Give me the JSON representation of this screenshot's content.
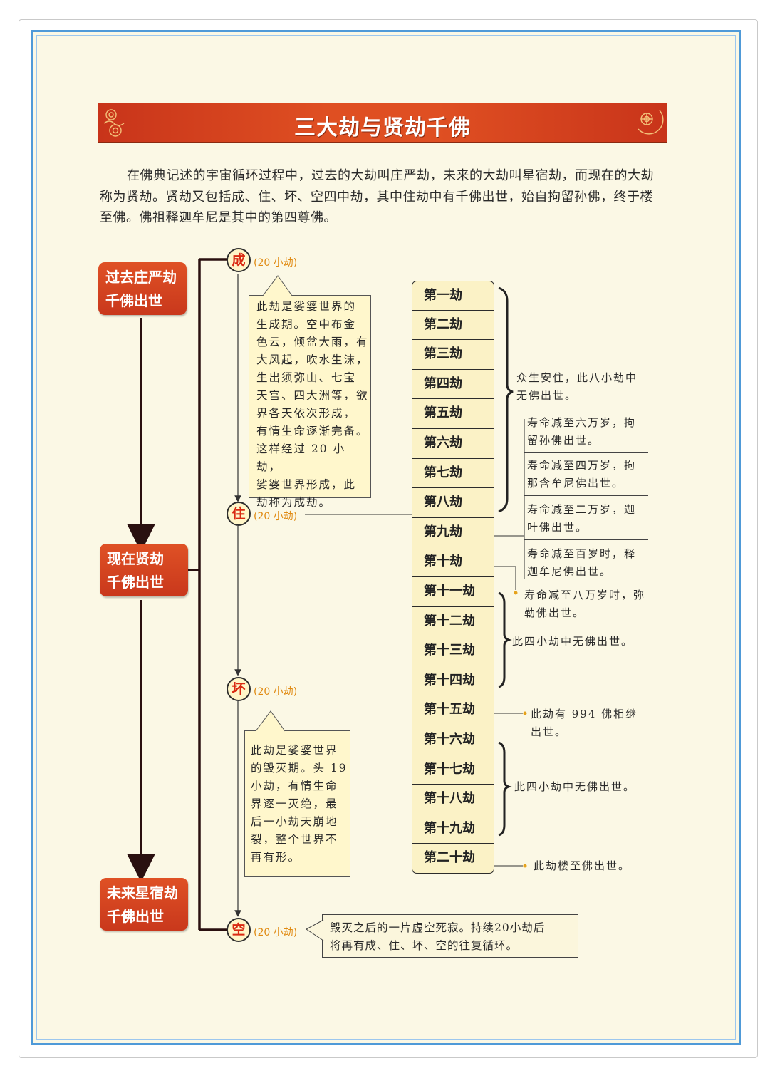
{
  "title": "三大劫与贤劫千佛",
  "intro": "在佛典记述的宇宙循环过程中，过去的大劫叫庄严劫，未来的大劫叫星宿劫，而现在的大劫称为贤劫。贤劫又包括成、住、坏、空四中劫，其中住劫中有千佛出世，始自拘留孙佛，终于楼至佛。佛祖释迦牟尼是其中的第四尊佛。",
  "eras": [
    {
      "line1": "过去庄严劫",
      "line2": "千佛出世"
    },
    {
      "line1": "现在贤劫",
      "line2": "千佛出世"
    },
    {
      "line1": "未来星宿劫",
      "line2": "千佛出世"
    }
  ],
  "stages": [
    {
      "char": "成",
      "note": "(20 小劫)"
    },
    {
      "char": "住",
      "note": "(20 小劫)"
    },
    {
      "char": "坏",
      "note": "(20 小劫)"
    },
    {
      "char": "空",
      "note": "(20 小劫)"
    }
  ],
  "cheng_box": [
    "此劫是娑婆世界的",
    "生成期。空中布金",
    "色云，倾盆大雨，有",
    "大风起，吹水生沫，",
    "生出须弥山、七宝",
    "天宫、四大洲等，欲",
    "界各天依次形成，",
    "有情生命逐渐完备。",
    "这样经过 20 小劫，",
    "娑婆世界形成，此",
    "劫称为成劫。"
  ],
  "huai_box": [
    "此劫是娑婆世界",
    "的毁灭期。头 19",
    "小劫，有情生命",
    "界逐一灭绝，最",
    "后一小劫天崩地",
    "裂，整个世界不",
    "再有形。"
  ],
  "kong_box": [
    "毁灭之后的一片虚空死寂。持续20小劫后",
    "将再有成、住、坏、空的往复循环。"
  ],
  "kalpas": [
    "第一劫",
    "第二劫",
    "第三劫",
    "第四劫",
    "第五劫",
    "第六劫",
    "第七劫",
    "第八劫",
    "第九劫",
    "第十劫",
    "第十一劫",
    "第十二劫",
    "第十三劫",
    "第十四劫",
    "第十五劫",
    "第十六劫",
    "第十七劫",
    "第十八劫",
    "第十九劫",
    "第二十劫"
  ],
  "notes": {
    "first_eight": [
      "众生安住，此八小劫中",
      "无佛出世。"
    ],
    "ninth": [
      [
        "寿命减至六万岁，拘",
        "留孙佛出世。"
      ],
      [
        "寿命减至四万岁，拘",
        "那含牟尼佛出世。"
      ],
      [
        "寿命减至二万岁，迦",
        "叶佛出世。"
      ],
      [
        "寿命减至百岁时，释",
        "迦牟尼佛出世。"
      ]
    ],
    "tenth": [
      "寿命减至八万岁时，弥",
      "勒佛出世。"
    ],
    "group_11_14": "此四小劫中无佛出世。",
    "fifteenth": [
      "此劫有 994 佛相继",
      "出世。"
    ],
    "group_16_19": "此四小劫中无佛出世。",
    "twentieth": "此劫楼至佛出世。"
  }
}
